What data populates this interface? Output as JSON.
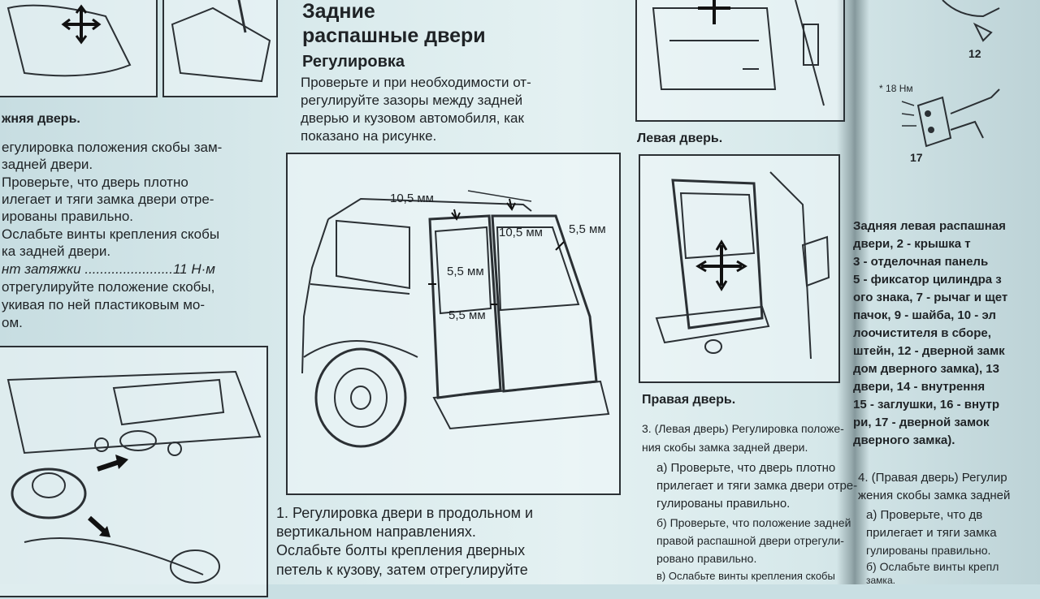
{
  "left_column": {
    "caption_fragment": "жняя дверь.",
    "step_title": "егулировка положения скобы зам-",
    "step_title_2": "задней двери.",
    "lines": [
      "  Проверьте,  что  дверь  плотно",
      "илегает и тяги замка двери отре-",
      "ированы правильно.",
      "Ослабьте винты крепления скобы",
      "ка задней двери.",
      "нт затяжки .......................11 Н·м",
      "отрегулируйте положение скобы,",
      "укивая по ней пластиковым мо-",
      "ом."
    ]
  },
  "middle_column": {
    "section_title_1": "Задние",
    "section_title_2": "распашные двери",
    "subsection_title": "Регулировка",
    "intro_lines": [
      "Проверьте и при необходимости от-",
      "регулируйте зазоры между задней",
      "дверью и кузовом автомобиля, как",
      "показано на рисунке."
    ],
    "figure_labels": {
      "top_left": "10,5 мм",
      "top_mid": "10,5 мм",
      "right": "5,5 мм",
      "mid_upper": "5,5 мм",
      "mid_lower": "5,5 мм"
    },
    "step1_lines": [
      "1. Регулировка двери в продольном и",
      "вертикальном направлениях.",
      "Ослабьте болты крепления дверных",
      "петель к кузову, затем отрегулируйте"
    ]
  },
  "right_column": {
    "caption_left_door": "Левая дверь.",
    "caption_right_door": "Правая дверь.",
    "step3_lines": [
      "3. (Левая дверь) Регулировка положе-",
      "ния скобы замка задней двери.",
      "а)  Проверьте,  что  дверь  плотно",
      "прилегает и тяги замка двери отре-",
      "гулированы правильно.",
      "б) Проверьте, что положение задней",
      "правой распашной двери отрегули-",
      "ровано правильно.",
      "в) Ослабьте винты крепления скобы"
    ]
  },
  "far_right_column": {
    "torque_label": "18 Нм",
    "part_12": "12",
    "part_17": "17",
    "legend_lines": [
      "Задняя левая распашная",
      "двери, 2 - крышка т",
      "3 - отделочная панель",
      "5 - фиксатор цилиндра з",
      "ого знака, 7 - рычаг и щет",
      "пачок, 9 - шайба, 10 - эл",
      "лоочистителя в сборе,",
      "штейн, 12 - дверной замк",
      "дом дверного замка), 13",
      "двери, 14 - внутрення",
      "15 - заглушки, 16 - внутр",
      "ри, 17 - дверной замок",
      "дверного замка)."
    ],
    "step4_lines": [
      "4. (Правая дверь) Регулир",
      "жения скобы замка задней",
      "а)  Проверьте,  что  дв",
      "прилегает и тяги замка",
      "гулированы правильно.",
      "б) Ослабьте винты крепл",
      "замка."
    ]
  }
}
